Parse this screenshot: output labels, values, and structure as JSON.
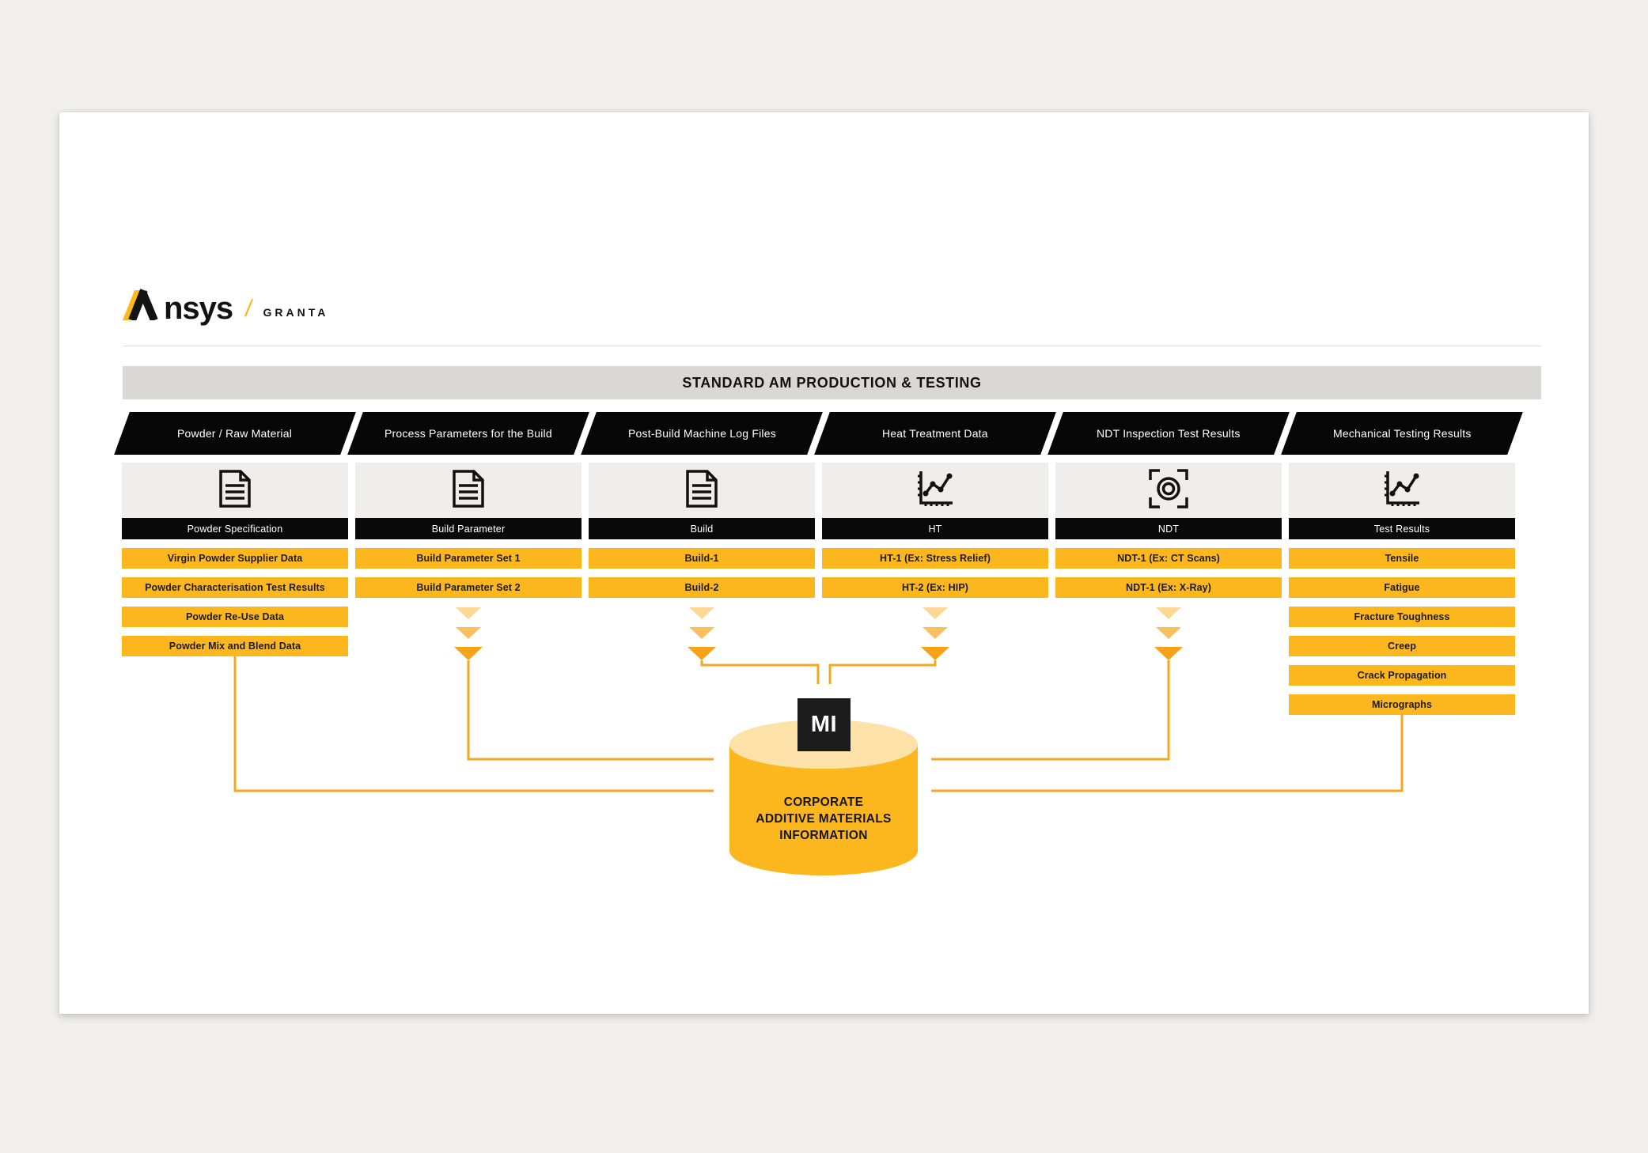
{
  "brand": {
    "name": "Ansys",
    "name_glyph": "nsys",
    "divider": "/",
    "sub": "GRANTA"
  },
  "header": {
    "title": "STANDARD AM PRODUCTION & TESTING"
  },
  "columns": [
    {
      "header": "Powder / Raw Material",
      "icon": "document-icon",
      "label": "Powder Specification",
      "items": [
        "Virgin Powder Supplier Data",
        "Powder Characterisation Test Results",
        "Powder Re-Use Data",
        "Powder Mix and Blend Data"
      ],
      "funnel": false
    },
    {
      "header": "Process Parameters for the Build",
      "icon": "document-icon",
      "label": "Build Parameter",
      "items": [
        "Build Parameter Set 1",
        "Build Parameter Set 2"
      ],
      "funnel": true
    },
    {
      "header": "Post-Build Machine Log Files",
      "icon": "document-icon",
      "label": "Build",
      "items": [
        "Build-1",
        "Build-2"
      ],
      "funnel": true
    },
    {
      "header": "Heat Treatment Data",
      "icon": "chart-icon",
      "label": "HT",
      "items": [
        "HT-1 (Ex: Stress Relief)",
        "HT-2 (Ex: HIP)"
      ],
      "funnel": true
    },
    {
      "header": "NDT Inspection Test Results",
      "icon": "scan-icon",
      "label": "NDT",
      "items": [
        "NDT-1 (Ex: CT Scans)",
        "NDT-1 (Ex: X-Ray)"
      ],
      "funnel": true
    },
    {
      "header": "Mechanical Testing Results",
      "icon": "chart-icon",
      "label": "Test Results",
      "items": [
        "Tensile",
        "Fatigue",
        "Fracture Toughness",
        "Creep",
        "Crack Propagation",
        "Micrographs"
      ],
      "funnel": false
    }
  ],
  "database": {
    "badge": "MI",
    "label_lines": [
      "CORPORATE",
      "ADDITIVE MATERIALS",
      "INFORMATION"
    ]
  },
  "colors": {
    "accent_gold": "#fcb61e",
    "connector": "#f5a81f",
    "funnel_dark": "#f6a318",
    "funnel_mid": "#fac05e",
    "funnel_light": "#fcd894",
    "cylinder_lid": "#fce2a9",
    "black": "#0a0a0a",
    "titlebar_gray": "#d9d8d5",
    "iconbox_gray": "#efeeec"
  }
}
